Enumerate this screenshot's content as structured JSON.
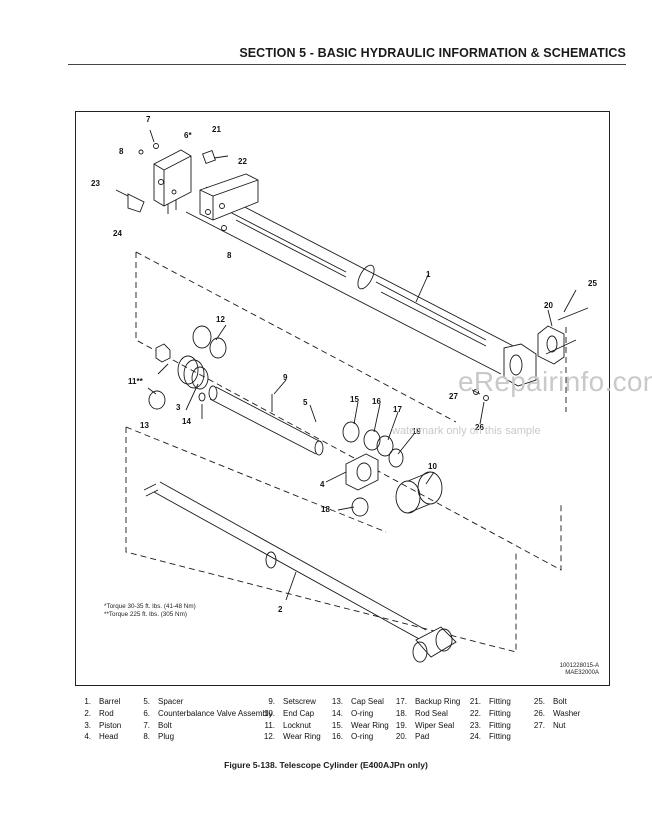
{
  "header": {
    "title": "SECTION 5 - BASIC HYDRAULIC INFORMATION & SCHEMATICS"
  },
  "diagram": {
    "callouts": [
      "7",
      "6*",
      "21",
      "8",
      "22",
      "23",
      "24",
      "8",
      "1",
      "25",
      "20",
      "12",
      "11**",
      "3",
      "13",
      "14",
      "9",
      "5",
      "15",
      "16",
      "17",
      "27",
      "26",
      "19",
      "4",
      "10",
      "18",
      "2"
    ],
    "torque_notes": [
      "*Torque 30-35 ft. lbs. (41-48 Nm)",
      "**Torque 225 ft. lbs. (305 Nm)"
    ],
    "doc_numbers": [
      "1001228015-A",
      "MAE32000A"
    ]
  },
  "watermark": {
    "main": "eRepairinfo.com",
    "sub": "watermark only on this sample"
  },
  "parts_list": {
    "columns": [
      [
        {
          "n": "1.",
          "name": "Barrel"
        },
        {
          "n": "2.",
          "name": "Rod"
        },
        {
          "n": "3.",
          "name": "Piston"
        },
        {
          "n": "4.",
          "name": "Head"
        }
      ],
      [
        {
          "n": "5.",
          "name": "Spacer"
        },
        {
          "n": "6.",
          "name": "Counterbalance Valve Assembly"
        },
        {
          "n": "7.",
          "name": "Bolt"
        },
        {
          "n": "8.",
          "name": "Plug"
        }
      ],
      [
        {
          "n": "9.",
          "name": "Setscrew"
        },
        {
          "n": "10.",
          "name": "End Cap"
        },
        {
          "n": "11.",
          "name": "Locknut"
        },
        {
          "n": "12.",
          "name": "Wear Ring"
        }
      ],
      [
        {
          "n": "13.",
          "name": "Cap Seal"
        },
        {
          "n": "14.",
          "name": "O-ring"
        },
        {
          "n": "15.",
          "name": "Wear Ring"
        },
        {
          "n": "16.",
          "name": "O-ring"
        }
      ],
      [
        {
          "n": "17.",
          "name": "Backup Ring"
        },
        {
          "n": "18.",
          "name": "Rod Seal"
        },
        {
          "n": "19.",
          "name": "Wiper Seal"
        },
        {
          "n": "20.",
          "name": "Pad"
        }
      ],
      [
        {
          "n": "21.",
          "name": "Fitting"
        },
        {
          "n": "22.",
          "name": "Fitting"
        },
        {
          "n": "23.",
          "name": "Fitting"
        },
        {
          "n": "24.",
          "name": "Fitting"
        }
      ],
      [
        {
          "n": "25.",
          "name": "Bolt"
        },
        {
          "n": "26.",
          "name": "Washer"
        },
        {
          "n": "27.",
          "name": "Nut"
        }
      ]
    ]
  },
  "caption": "Figure 5-138.  Telescope Cylinder (E400AJPn only)"
}
